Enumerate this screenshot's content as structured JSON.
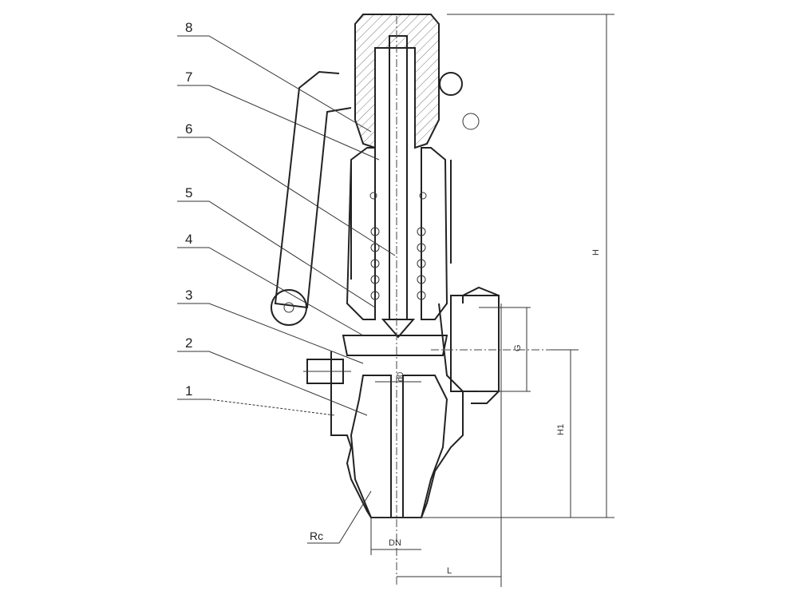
{
  "part_labels": [
    "8",
    "7",
    "6",
    "5",
    "4",
    "3",
    "2",
    "1"
  ],
  "dimensions": {
    "height": "H",
    "inlet_height": "H1",
    "outlet_thread": "G",
    "seat_diameter": "d0",
    "nominal_diameter": "DN",
    "length": "L",
    "inlet_thread": "Rc"
  }
}
